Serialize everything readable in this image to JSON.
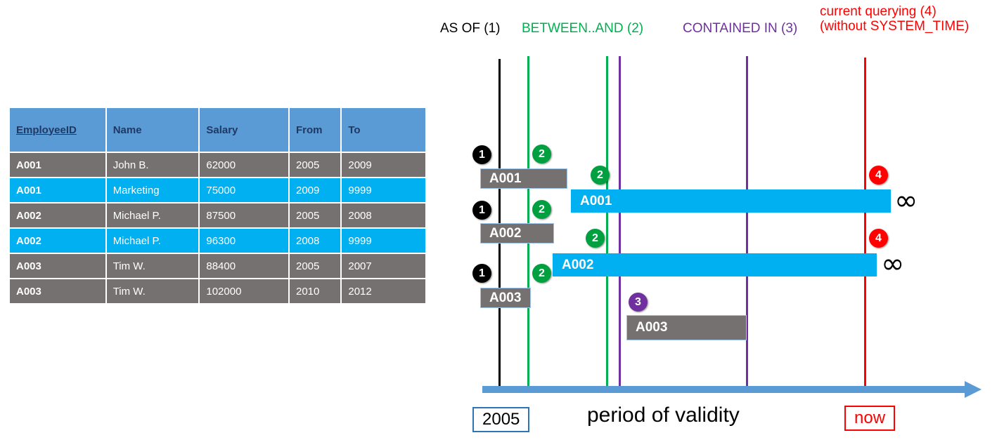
{
  "table": {
    "columns": [
      "EmployeeID",
      "Name",
      "Salary",
      "From",
      "To"
    ],
    "rows": [
      {
        "style": "gray",
        "EmployeeID": "A001",
        "Name": "John  B.",
        "Salary": "62000",
        "From": "2005",
        "To": "2009"
      },
      {
        "style": "cyan",
        "EmployeeID": "A001",
        "Name": "Marketing",
        "Salary": "75000",
        "From": "2009",
        "To": "9999"
      },
      {
        "style": "gray",
        "EmployeeID": "A002",
        "Name": "Michael P.",
        "Salary": "87500",
        "From": "2005",
        "To": "2008"
      },
      {
        "style": "cyan",
        "EmployeeID": "A002",
        "Name": "Michael P.",
        "Salary": "96300",
        "From": "2008",
        "To": "9999"
      },
      {
        "style": "gray",
        "EmployeeID": "A003",
        "Name": "Tim W.",
        "Salary": "88400",
        "From": "2005",
        "To": "2007"
      },
      {
        "style": "gray",
        "EmployeeID": "A003",
        "Name": "Tim W.",
        "Salary": "102000",
        "From": "2010",
        "To": "2012"
      }
    ]
  },
  "legend": {
    "as_of": "AS OF (1)",
    "between_and": "BETWEEN..AND (2)",
    "contained_in": "CONTAINED IN (3)",
    "current_querying_line1": "current querying (4)",
    "current_querying_line2": "(without SYSTEM_TIME)"
  },
  "colors": {
    "as_of": "#000000",
    "between_and": "#00B050",
    "contained_in": "#7030A0",
    "current_querying": "#FF0000",
    "header_blue": "#5B9BD5",
    "row_gray": "#767171",
    "row_cyan": "#00B0F0",
    "axis_blue": "#5B9BD5"
  },
  "timeline": {
    "bars": [
      {
        "label": "A001",
        "style": "gray",
        "marker": "1"
      },
      {
        "label": "A001",
        "style": "cyan",
        "marker": "4",
        "open_ended": "∞"
      },
      {
        "label": "A002",
        "style": "gray",
        "marker": "1"
      },
      {
        "label": "A002",
        "style": "cyan",
        "marker": "4",
        "open_ended": "∞"
      },
      {
        "label": "A003",
        "style": "gray",
        "marker": "1"
      },
      {
        "label": "A003",
        "style": "gray",
        "marker": "3"
      }
    ],
    "markers": [
      "1",
      "2",
      "2",
      "2",
      "1",
      "2",
      "2",
      "4",
      "1",
      "2",
      "3",
      "4"
    ],
    "infinity_symbol": "∞",
    "axis_start_label": "2005",
    "axis_caption": "period of validity",
    "axis_now_label": "now"
  }
}
